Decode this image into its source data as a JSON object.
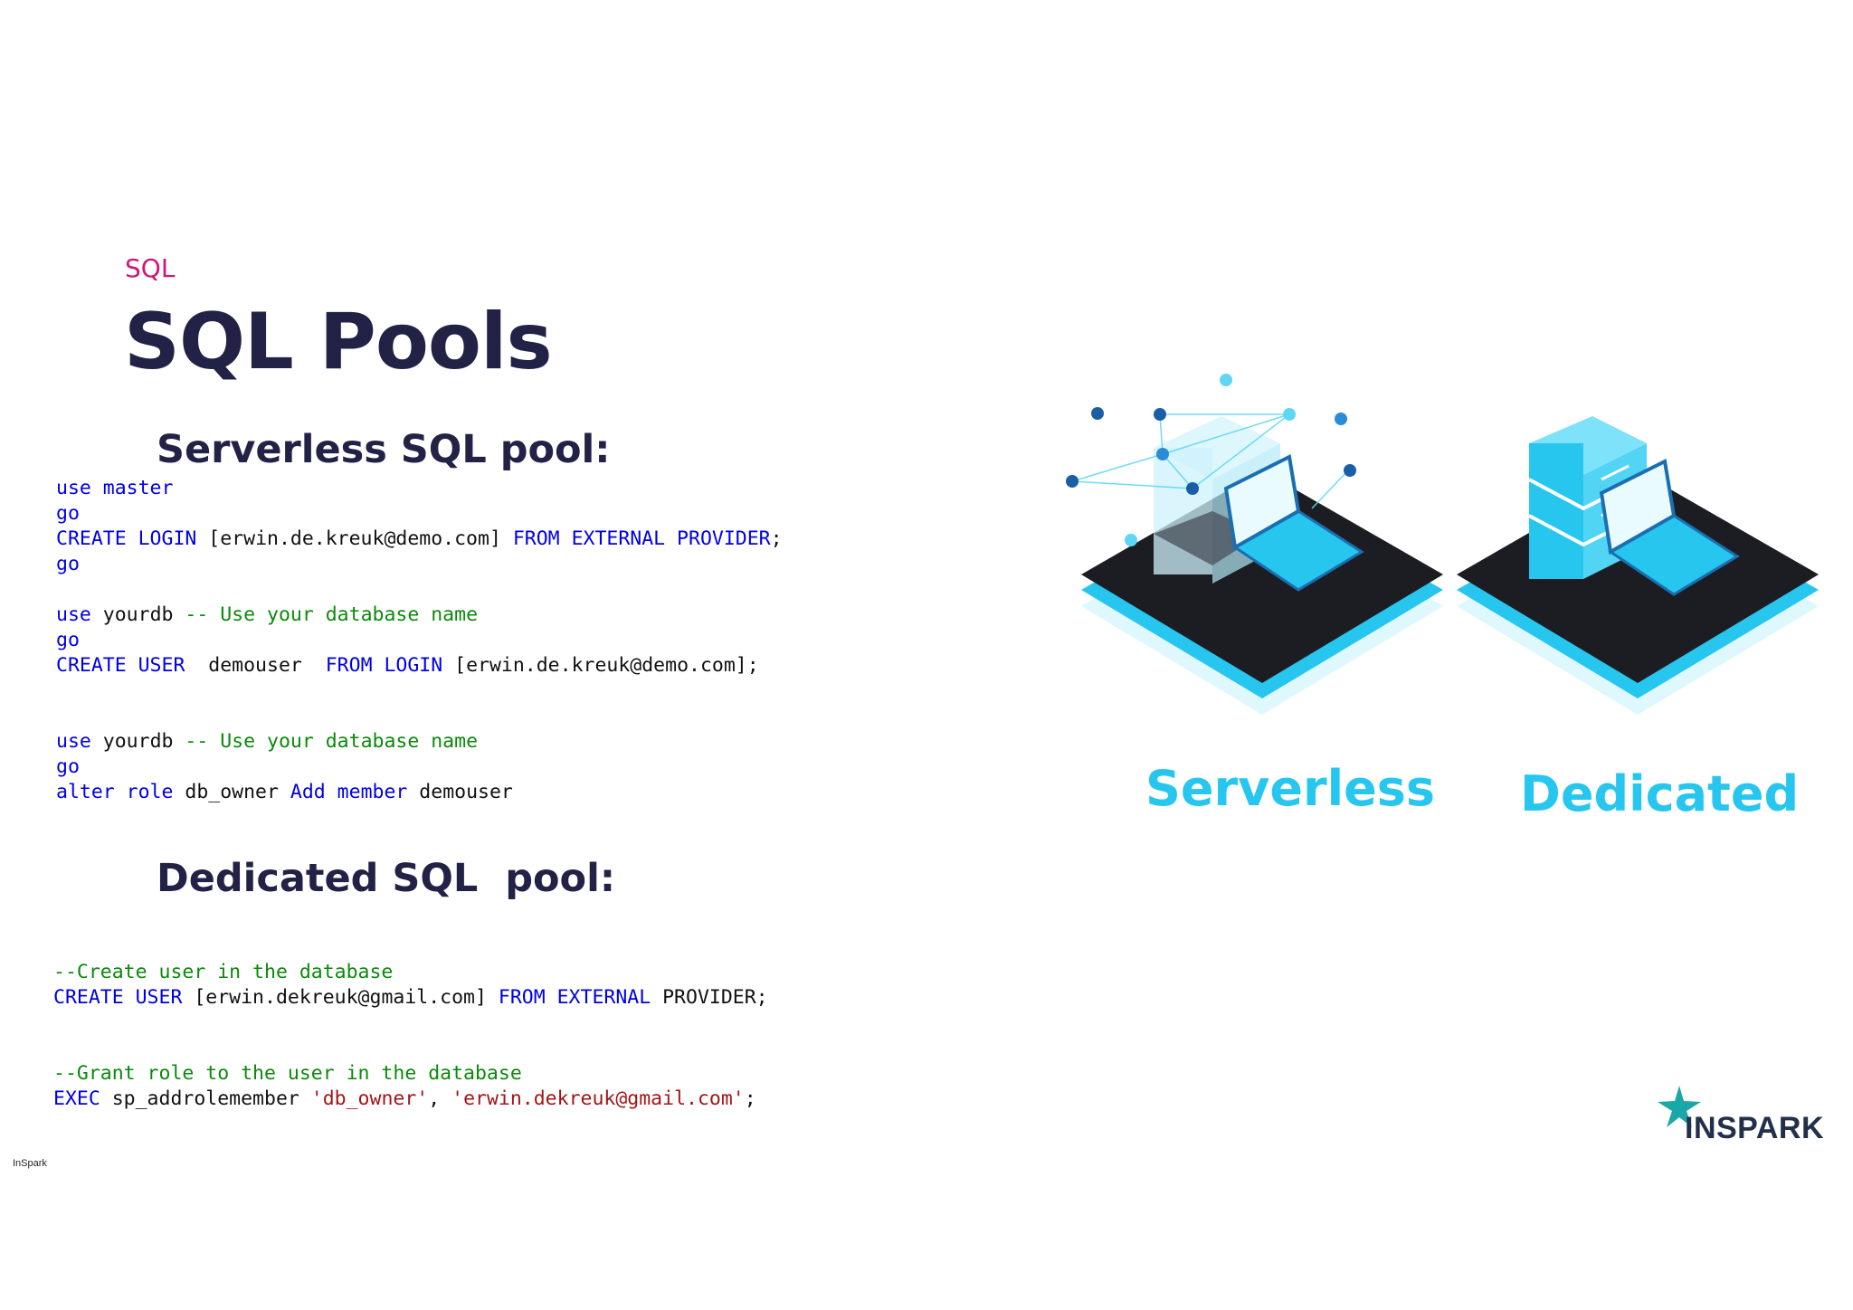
{
  "slide": {
    "section": "SQL",
    "title": "SQL Pools",
    "footer": "InSpark",
    "brand": "INSPARK"
  },
  "serverless": {
    "heading": "Serverless SQL pool:",
    "code_lines": [
      [
        {
          "t": "use master",
          "c": "kw"
        }
      ],
      [
        {
          "t": "go",
          "c": "kw"
        }
      ],
      [
        {
          "t": "CREATE LOGIN",
          "c": "kw"
        },
        {
          "t": " [erwin.de.kreuk@demo.com] ",
          "c": "pl"
        },
        {
          "t": "FROM EXTERNAL PROVIDER",
          "c": "kw"
        },
        {
          "t": ";",
          "c": "pl"
        }
      ],
      [
        {
          "t": "go",
          "c": "kw"
        }
      ],
      [],
      [
        {
          "t": "use",
          "c": "kw"
        },
        {
          "t": " yourdb ",
          "c": "pl"
        },
        {
          "t": "-- Use your database name",
          "c": "cm"
        }
      ],
      [
        {
          "t": "go",
          "c": "kw"
        }
      ],
      [
        {
          "t": "CREATE USER",
          "c": "kw"
        },
        {
          "t": "  demouser  ",
          "c": "pl"
        },
        {
          "t": "FROM LOGIN",
          "c": "kw"
        },
        {
          "t": " [erwin.de.kreuk@demo.com];",
          "c": "pl"
        }
      ],
      [],
      [],
      [
        {
          "t": "use",
          "c": "kw"
        },
        {
          "t": " yourdb ",
          "c": "pl"
        },
        {
          "t": "-- Use your database name",
          "c": "cm"
        }
      ],
      [
        {
          "t": "go",
          "c": "kw"
        }
      ],
      [
        {
          "t": "alter role",
          "c": "kw"
        },
        {
          "t": " db_owner ",
          "c": "pl"
        },
        {
          "t": "Add member",
          "c": "kw"
        },
        {
          "t": " demouser",
          "c": "pl"
        }
      ]
    ]
  },
  "dedicated": {
    "heading": "Dedicated SQL  pool:",
    "code_lines": [
      [
        {
          "t": "--Create user in the database",
          "c": "cm"
        }
      ],
      [
        {
          "t": "CREATE USER",
          "c": "kw"
        },
        {
          "t": " [erwin.dekreuk@gmail.com] ",
          "c": "pl"
        },
        {
          "t": "FROM EXTERNAL",
          "c": "kw"
        },
        {
          "t": " PROVIDER;",
          "c": "pl"
        }
      ],
      [],
      [],
      [
        {
          "t": "--Grant role to the user in the database",
          "c": "cm"
        }
      ],
      [
        {
          "t": "EXEC",
          "c": "kw"
        },
        {
          "t": " sp_addrolemember ",
          "c": "pl"
        },
        {
          "t": "'db_owner'",
          "c": "st"
        },
        {
          "t": ", ",
          "c": "pl"
        },
        {
          "t": "'erwin.dekreuk@gmail.com'",
          "c": "st"
        },
        {
          "t": ";",
          "c": "pl"
        }
      ]
    ]
  },
  "illustration": {
    "serverless_label": "Serverless",
    "dedicated_label": "Dedicated",
    "accent_color": "#27c6ef",
    "platform_color": "#1c1d22"
  }
}
